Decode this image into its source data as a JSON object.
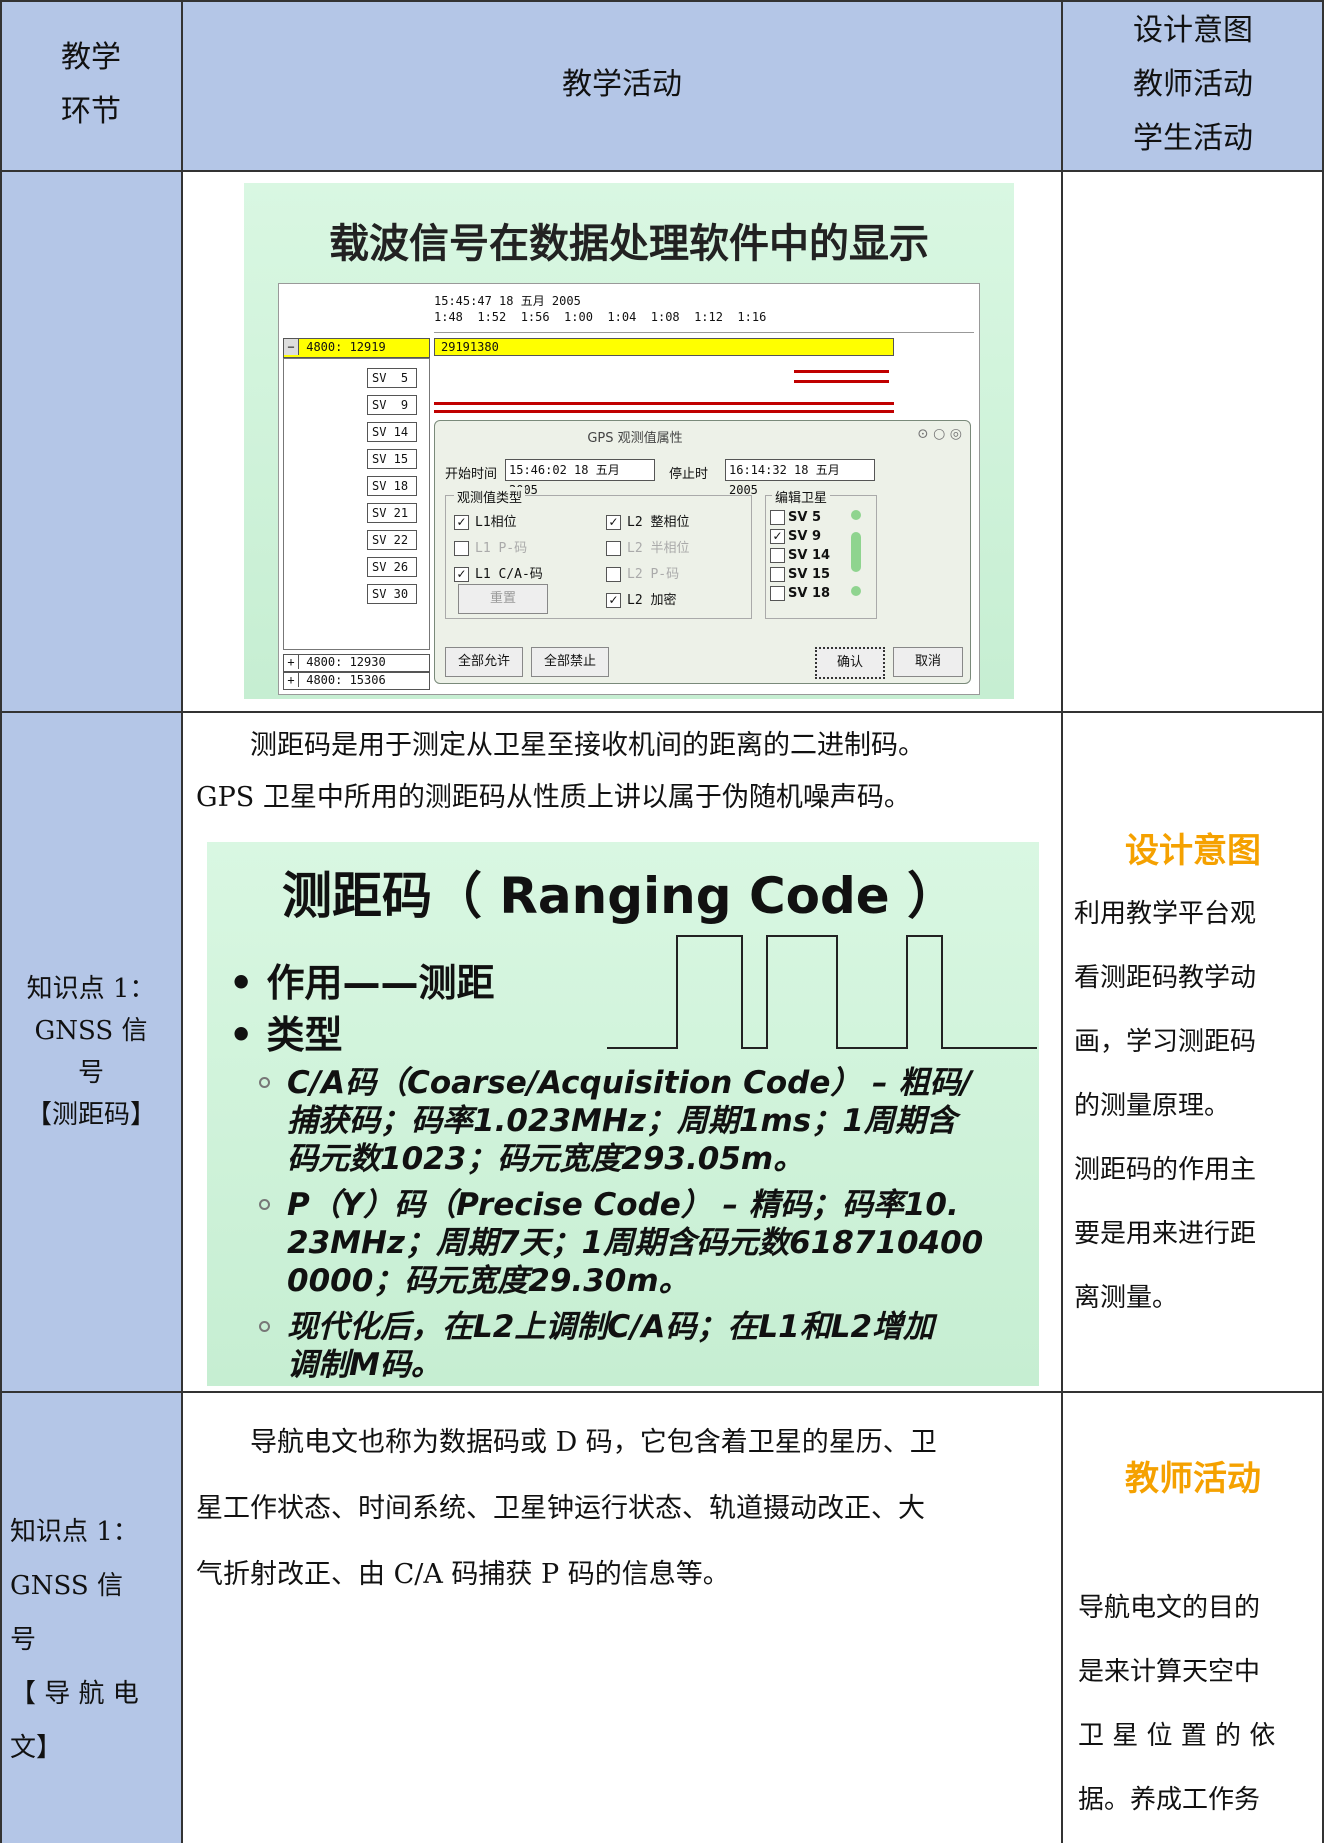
{
  "header": {
    "col1": [
      "教学",
      "环节"
    ],
    "col2": "教学活动",
    "col3": [
      "设计意图",
      "教师活动",
      "学生活动"
    ]
  },
  "row1": {
    "slide_title": "载波信号在数据处理软件中的显示",
    "software": {
      "timeline_date": "15:45:47 18 五月 2005",
      "timeline_ticks": "1:48  1:52  1:56  1:00  1:04  1:08  1:12  1:16",
      "group_top": "4800: 12919",
      "yellow_value": "29191380",
      "sv_list": [
        "SV  5",
        "SV  9",
        "SV 14",
        "SV 15",
        "SV 18",
        "SV 21",
        "SV 22",
        "SV 26",
        "SV 30"
      ],
      "group_bottom": [
        "4800: 12930",
        "4800: 15306"
      ],
      "dialog": {
        "title": "GPS 观测值属性",
        "start_label": "开始时间",
        "start_value": "15:46:02 18 五月 2005",
        "stop_label": "停止时",
        "stop_value": "16:14:32 18 五月 2005",
        "obs_group": "观测值类型",
        "obs_left": [
          {
            "label": "L1相位",
            "checked": true,
            "enabled": true
          },
          {
            "label": "L1 P-码",
            "checked": false,
            "enabled": false
          },
          {
            "label": "L1 C/A-码",
            "checked": true,
            "enabled": true
          }
        ],
        "obs_right": [
          {
            "label": "L2 整相位",
            "checked": true,
            "enabled": true
          },
          {
            "label": "L2 半相位",
            "checked": false,
            "enabled": false
          },
          {
            "label": "L2 P-码",
            "checked": false,
            "enabled": false
          },
          {
            "label": "L2 加密",
            "checked": true,
            "enabled": true
          }
        ],
        "reset_label": "重置",
        "sat_group": "编辑卫星",
        "sat_list": [
          {
            "label": "SV 5",
            "checked": false
          },
          {
            "label": "SV 9",
            "checked": true
          },
          {
            "label": "SV 14",
            "checked": false
          },
          {
            "label": "SV 15",
            "checked": false
          },
          {
            "label": "SV 18",
            "checked": false
          }
        ],
        "allow_all": "全部允许",
        "forbid_all": "全部禁止",
        "ok": "确认",
        "cancel": "取消"
      }
    }
  },
  "row2": {
    "section_label": [
      "知识点 1：",
      "GNSS 信",
      "号",
      "【测距码】"
    ],
    "paragraph": [
      "测距码是用于测定从卫星至接收机间的距离的二进制码。",
      "GPS 卫星中所用的测距码从性质上讲以属于伪随机噪声码。"
    ],
    "slide": {
      "title": "测距码（ Ranging Code ）",
      "bullets": [
        "作用——测距",
        "类型"
      ],
      "sub_bullets": [
        [
          "C/A码（Coarse/Acquisition Code） – 粗码/",
          "捕获码；码率1.023MHz；周期1ms；1周期含",
          "码元数1023；码元宽度293.05m。"
        ],
        [
          "P（Y）码（Precise Code） – 精码；码率10.",
          "23MHz；周期7天；1周期含码元数618710400",
          "0000；码元宽度29.30m。"
        ],
        [
          "现代化后，在L2上调制C/A码；在L1和L2增加",
          "调制M码。"
        ]
      ]
    },
    "intent_title": "设计意图",
    "intent_lines": [
      "利用教学平台观",
      "看测距码教学动",
      "画，学习测距码",
      "的测量原理。",
      "测距码的作用主",
      "要是用来进行距",
      "离测量。"
    ]
  },
  "row3": {
    "section_label": [
      "知识点 1：",
      "GNSS 信",
      "号",
      "【 导 航 电",
      "文】"
    ],
    "paragraph": [
      "导航电文也称为数据码或 D 码，它包含着卫星的星历、卫",
      "星工作状态、时间系统、卫星钟运行状态、轨道摄动改正、大",
      "气折射改正、由 C/A 码捕获 P 码的信息等。"
    ],
    "teacher_title": "教师活动",
    "teacher_lines": [
      "导航电文的目的",
      "是来计算天空中",
      "卫 星 位 置 的 依",
      "据。养成工作务"
    ]
  },
  "colors": {
    "header_fill": "#b4c6e7",
    "accent_orange": "#f5a100",
    "slide_green": "#cff2da"
  }
}
